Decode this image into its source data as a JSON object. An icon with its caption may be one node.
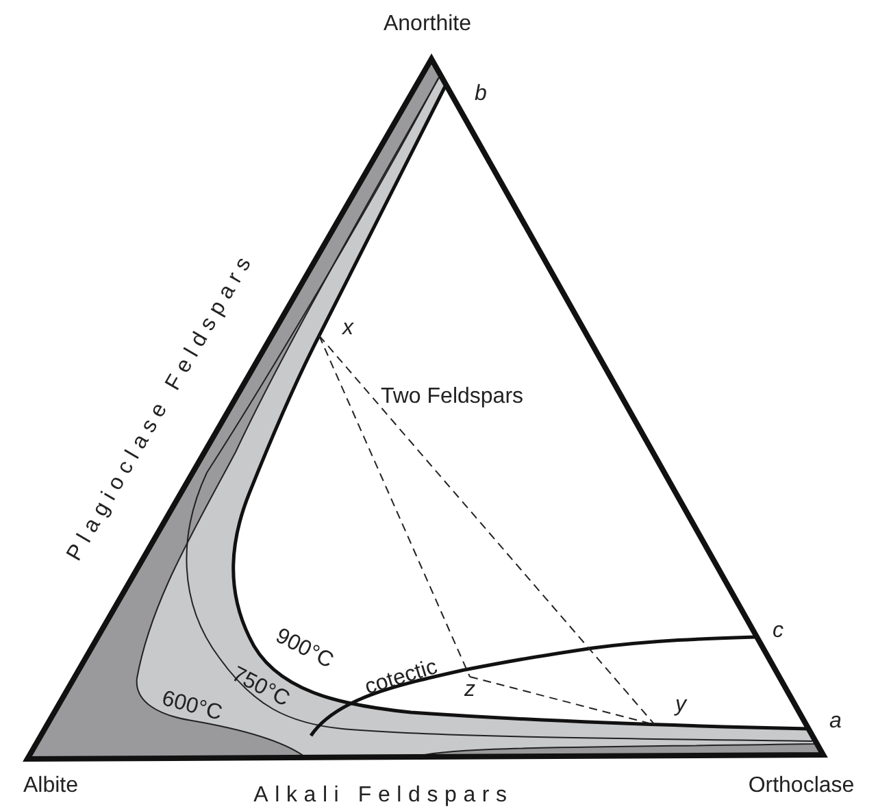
{
  "diagram": {
    "labels": [
      "Anorthite",
      "b",
      "x",
      "Two Feldspars",
      "Plagioclase Feldspars",
      "c",
      "900°C",
      "cotectic",
      "750°C",
      "z",
      "y",
      "600°C",
      "a",
      "Albite",
      "Alkali Feldspars",
      "Orthoclase"
    ]
  }
}
